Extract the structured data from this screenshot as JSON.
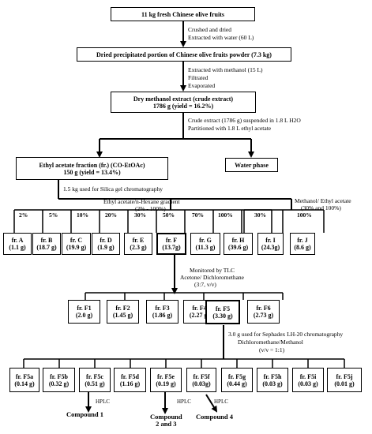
{
  "main_boxes": {
    "fresh": "11 kg fresh Chinese olive fruits",
    "powder": "Dried precipitated portion of Chinese olive fruits powder (7.3 kg)",
    "crude_l1": "Dry methanol extract (crude extract)",
    "crude_l2": "1786 g (yield = 16.2%)",
    "etoac_l1": "Ethyl acetate fraction (fr.) (CO-EtOAc)",
    "etoac_l2": "150 g (yield = 13.4%)",
    "water": "Water phase"
  },
  "steps": {
    "s1a": "Crushed and dried",
    "s1b": "Extracted with water (60 L)",
    "s2a": "Extracted with methanol (15 L)",
    "s2b": "Filtrated",
    "s2c": "Evaporated",
    "s3a": "Crude extract (1786 g) suspended in 1.8 L H2O",
    "s3b": "Partitioned with 1.8 L ethyl acetate",
    "s4": "1.5 kg used for Silica gel chromatography",
    "s5a": "Ethyl acetate/n-Hexane gradient",
    "s5b": "(2% - 100%)",
    "s6a": "Methanol/ Ethyl acetate",
    "s6b": "(30% and 100%)",
    "s7a": "Monitored by TLC",
    "s7b": "Acetone/ Dichloromethane",
    "s7c": "(3:7, v/v)",
    "s8a": "3.0 g used for Sephadex LH-20 chromatography",
    "s8b": "Dichloromethane/Methanol",
    "s8c": "(v/v = 1:1)"
  },
  "gradient_pcts": [
    "2%",
    "5%",
    "10%",
    "20%",
    "30%",
    "50%",
    "70%",
    "100%"
  ],
  "methanol_pcts": [
    "30%",
    "100%"
  ],
  "fractions_row1": [
    {
      "name": "fr. A",
      "amount": "(1.1 g)"
    },
    {
      "name": "fr. B",
      "amount": "(18.7 g)"
    },
    {
      "name": "fr. C",
      "amount": "(19.9 g)"
    },
    {
      "name": "fr. D",
      "amount": "(1.9 g)"
    },
    {
      "name": "fr. E",
      "amount": "(2.3 g)"
    },
    {
      "name": "fr. F",
      "amount": "(13.7g)"
    },
    {
      "name": "fr. G",
      "amount": "(11.3 g)"
    },
    {
      "name": "fr. H",
      "amount": "(39.6 g)"
    },
    {
      "name": "fr. I",
      "amount": "(24.3g)"
    },
    {
      "name": "fr. J",
      "amount": "(8.6 g)"
    }
  ],
  "fractions_row2": [
    {
      "name": "fr. F1",
      "amount": "(2.0 g)"
    },
    {
      "name": "fr. F2",
      "amount": "(1.45 g)"
    },
    {
      "name": "fr. F3",
      "amount": "(1.86 g)"
    },
    {
      "name": "fr. F4",
      "amount": "(2.27 g)"
    },
    {
      "name": "fr. F5",
      "amount": "(3.30 g)"
    },
    {
      "name": "fr. F6",
      "amount": "(2.73 g)"
    }
  ],
  "fractions_row3": [
    {
      "name": "fr. F5a",
      "amount": "(0.14 g)"
    },
    {
      "name": "fr. F5b",
      "amount": "(0.32 g)"
    },
    {
      "name": "fr. F5c",
      "amount": "(0.51 g)"
    },
    {
      "name": "fr. F5d",
      "amount": "(1.16 g)"
    },
    {
      "name": "fr. F5e",
      "amount": "(0.19 g)"
    },
    {
      "name": "fr. F5f",
      "amount": "(0.03g)"
    },
    {
      "name": "fr. F5g",
      "amount": "(0.44 g)"
    },
    {
      "name": "fr. F5h",
      "amount": "(0.03 g)"
    },
    {
      "name": "fr. F5i",
      "amount": "(0.03 g)"
    },
    {
      "name": "fr. F5j",
      "amount": "(0.01 g)"
    }
  ],
  "hplc": [
    "HPLC",
    "HPLC",
    "HPLC"
  ],
  "compounds": {
    "c1": "Compound 1",
    "c23a": "Compound",
    "c23b": "2 and 3",
    "c4": "Compound 4"
  }
}
